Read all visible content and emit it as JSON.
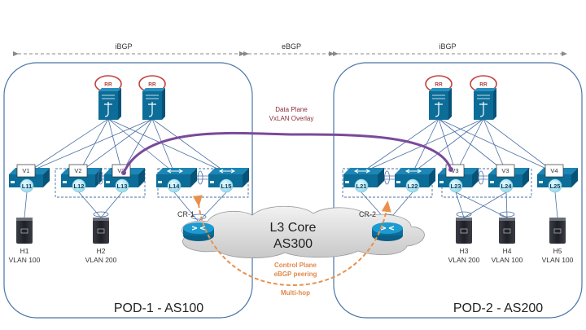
{
  "bgp_scope": {
    "left": "iBGP",
    "middle": "eBGP",
    "right": "iBGP"
  },
  "overlay": {
    "line1": "Data Plane",
    "line2": "VxLAN Overlay",
    "color": "#7a4a9a"
  },
  "core": {
    "line1": "L3 Core",
    "line2": "AS300"
  },
  "control_plane": {
    "line1": "Control Plane",
    "line2": "eBGP peering",
    "line3": "Multi-hop",
    "color": "#e8914f"
  },
  "pods": [
    {
      "title": "POD-1 - AS100",
      "rr_label": "RR",
      "core_router": "CR-1",
      "leaves": [
        {
          "name": "L11",
          "vlan_tag": "V1"
        },
        {
          "name": "L12",
          "vlan_tag": "V2"
        },
        {
          "name": "L13",
          "vlan_tag": "V2"
        },
        {
          "name": "L14",
          "vlan_tag": ""
        },
        {
          "name": "L15",
          "vlan_tag": ""
        }
      ],
      "hosts": [
        {
          "name": "H1",
          "vlan": "VLAN 100"
        },
        {
          "name": "H2",
          "vlan": "VLAN 200"
        }
      ]
    },
    {
      "title": "POD-2 - AS200",
      "rr_label": "RR",
      "core_router": "CR-2",
      "leaves": [
        {
          "name": "L21",
          "vlan_tag": ""
        },
        {
          "name": "L22",
          "vlan_tag": ""
        },
        {
          "name": "L23",
          "vlan_tag": "V3"
        },
        {
          "name": "L24",
          "vlan_tag": "V3"
        },
        {
          "name": "L25",
          "vlan_tag": "V4"
        }
      ],
      "hosts": [
        {
          "name": "H3",
          "vlan": "VLAN 200"
        },
        {
          "name": "H4",
          "vlan": "VLAN 100"
        },
        {
          "name": "H5",
          "vlan": "VLAN 100"
        }
      ]
    }
  ],
  "colors": {
    "pod_border": "#4a76a8",
    "device_blue": "#0b6d98",
    "leaf_badge": "#bfeaf5",
    "rr_ring": "#c0423e",
    "link": "#4a6fa5",
    "scope_arrow": "#888888"
  }
}
